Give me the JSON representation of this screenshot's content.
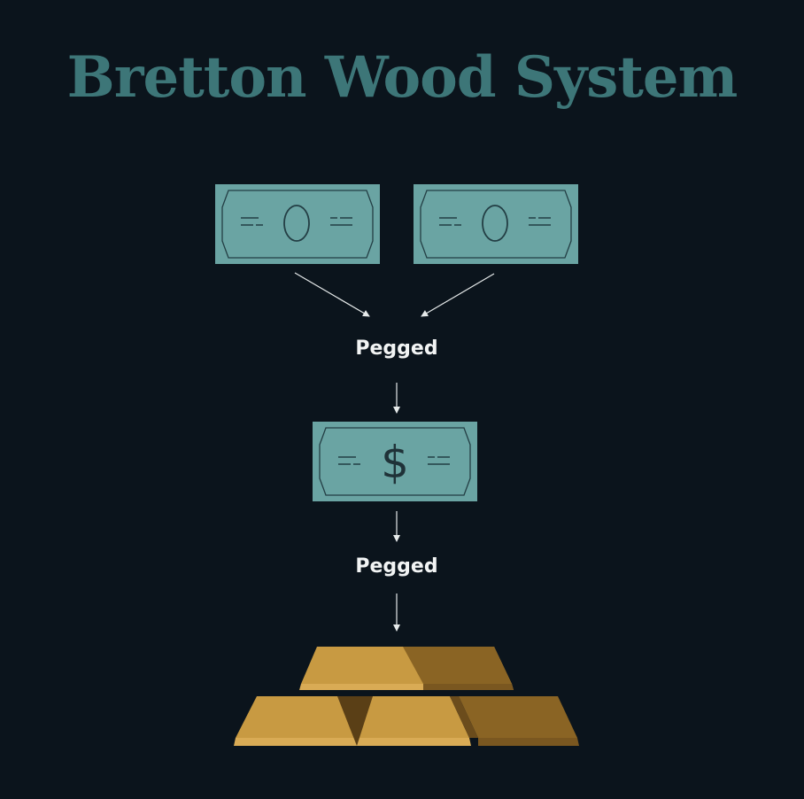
{
  "title": "Bretton Wood System",
  "labels": {
    "upper": "Pegged",
    "lower": "Pegged"
  },
  "dollar_symbol": "$",
  "colors": {
    "background": "#0b141c",
    "title": "#3d7678",
    "banknote": "#6aa4a3",
    "banknote_line": "#233e44",
    "gold_light": "#c89a42",
    "gold_dark": "#8a6424",
    "arrow": "#e6eaea",
    "label": "#f2f4f4"
  }
}
